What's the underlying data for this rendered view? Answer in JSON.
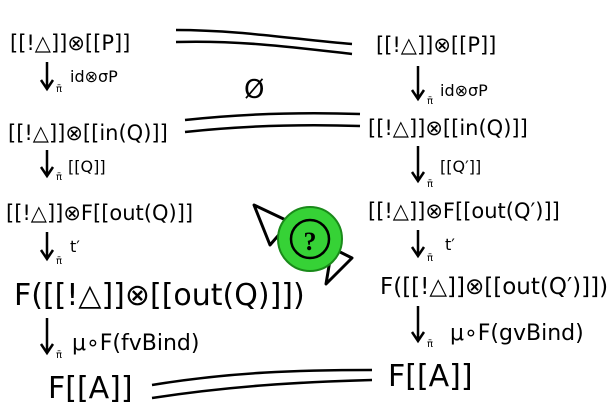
{
  "left": {
    "nodes": [
      "[[!△]]⊗[[P]]",
      "[[!△]]⊗[[in(Q)]]",
      "[[!△]]⊗F[[out(Q)]]",
      "F([[!△]]⊗[[out(Q)]])",
      "F[[A]]"
    ],
    "arrows": [
      "id⊗σP",
      "[[Q]]",
      "t′",
      "μ∘F(fvBind)"
    ],
    "arrow_subscript": "π̄"
  },
  "right": {
    "nodes": [
      "[[!△]]⊗[[P]]",
      "[[!△]]⊗[[in(Q)]]",
      "[[!△]]⊗F[[out(Q′)]]",
      "F([[!△]]⊗[[out(Q′)]])",
      "F[[A]]"
    ],
    "arrows": [
      "id⊗σP",
      "[[Q′]]",
      "t′",
      "μ∘F(gvBind)"
    ],
    "arrow_subscript": "π̄"
  },
  "middle_symbol": "Ø",
  "candy": {
    "text": "?",
    "color": "#36d236"
  },
  "colors": {
    "ink": "#000000",
    "background": "#ffffff",
    "candy_green": "#36d236"
  }
}
